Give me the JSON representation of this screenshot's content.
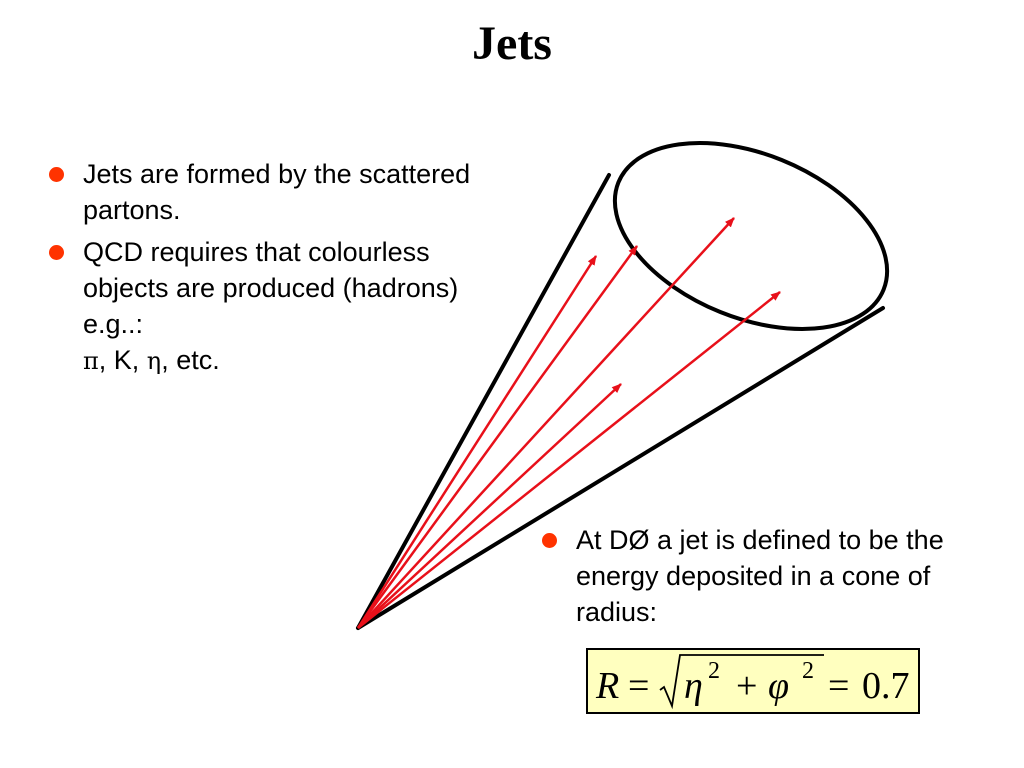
{
  "title": "Jets",
  "colors": {
    "bullet": "#ff3300",
    "arrow": "#e8101a",
    "cone": "#000000",
    "formula_bg": "#ffffbf"
  },
  "bullets_left": [
    {
      "text": "Jets are formed by the scattered partons."
    },
    {
      "text": "QCD requires that colourless objects are produced (hadrons) e.g..:",
      "particles": {
        "pi": "π",
        "sep1": ", K, ",
        "eta": "η",
        "tail": ", etc."
      }
    }
  ],
  "bullets_right": [
    {
      "text": "At DØ a jet is defined to be the energy deposited in a cone of radius:"
    }
  ],
  "formula": {
    "lhs": "R",
    "equals": "=",
    "var1": "η",
    "exp1": "2",
    "plus": "+",
    "var2": "φ",
    "exp2": "2",
    "equals2": "=",
    "value": "0.7"
  }
}
